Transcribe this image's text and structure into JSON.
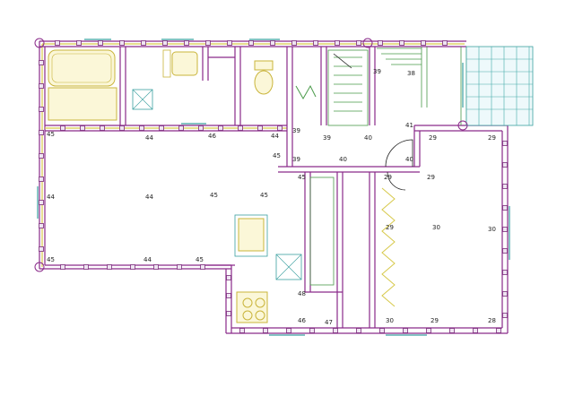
{
  "plan": {
    "dimension_labels": [
      "45",
      "44",
      "46",
      "44",
      "39",
      "39",
      "40",
      "41",
      "29",
      "29",
      "45",
      "39",
      "40",
      "45",
      "29",
      "40",
      "29",
      "44",
      "44",
      "45",
      "45",
      "29",
      "30",
      "30",
      "45",
      "44",
      "45",
      "48",
      "46",
      "47",
      "30",
      "29",
      "28",
      "39",
      "38"
    ],
    "colors": {
      "outer_wall": "#8a2a8a",
      "inner_wall": "#d7c94a",
      "secondary_wall": "#4a9a4a",
      "window": "#3aa0a0",
      "fixture": "#fbf7d8",
      "deck": "#9fd6e0"
    },
    "icons": [
      "bathtub-icon",
      "toilet-icon",
      "sink-icon",
      "stove-icon",
      "stair-icon",
      "door-swing-icon",
      "column-icon"
    ]
  }
}
